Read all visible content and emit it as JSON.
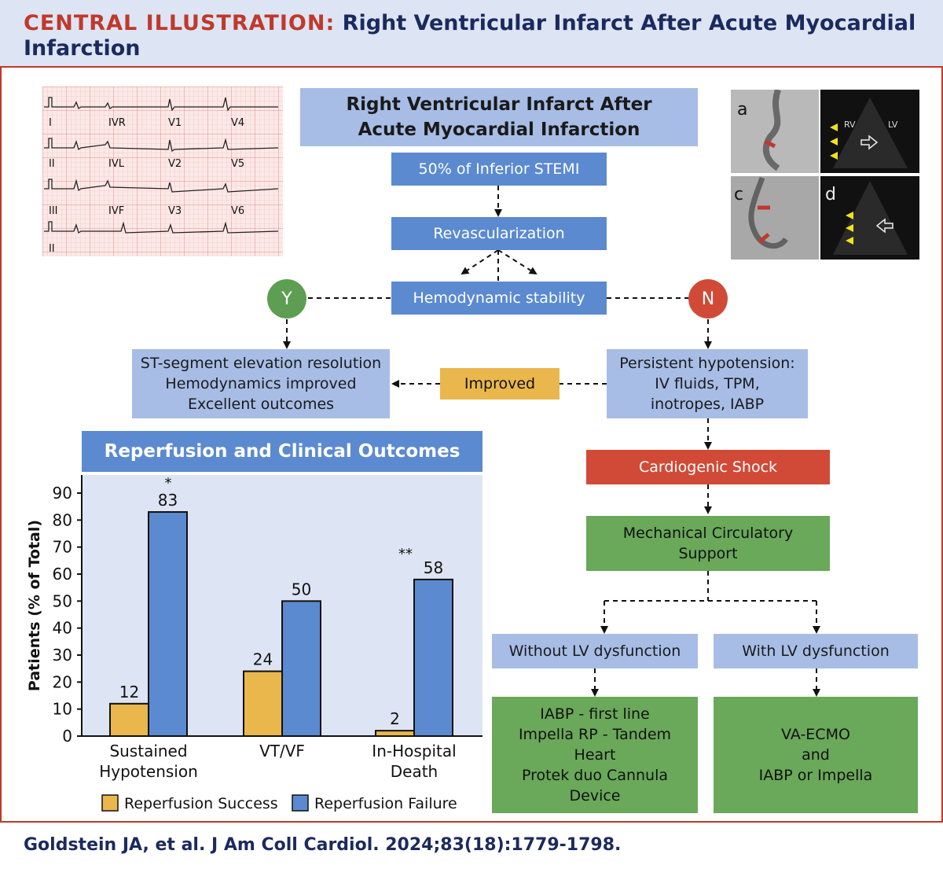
{
  "header": {
    "label": "CENTRAL ILLUSTRATION:",
    "title": "Right Ventricular Infarct After Acute Myocardial Infarction"
  },
  "ecg": {
    "leads": [
      "I",
      "IVR",
      "V1",
      "V4",
      "II",
      "IVL",
      "V2",
      "V5",
      "III",
      "IVF",
      "V3",
      "V6",
      "II"
    ]
  },
  "images": {
    "labels": [
      "a",
      "c",
      "d"
    ],
    "echo_labels": [
      "RV",
      "LV"
    ]
  },
  "flow": {
    "title": "Right Ventricular Infarct After Acute Myocardial Infarction",
    "stemi": "50% of Inferior STEMI",
    "revasc": "Revascularization",
    "stability": "Hemodynamic stability",
    "yes": "Y",
    "no": "N",
    "good_outcome": [
      "ST-segment elevation resolution",
      "Hemodynamics improved",
      "Excellent outcomes"
    ],
    "improved": "Improved",
    "hypotension": [
      "Persistent hypotension:",
      "IV fluids, TPM,",
      "inotropes, IABP"
    ],
    "shock": "Cardiogenic Shock",
    "mcs": [
      "Mechanical Circulatory",
      "Support"
    ],
    "without_lv": "Without LV dysfunction",
    "with_lv": "With LV dysfunction",
    "therapy_without": [
      "IABP - first line",
      "Impella RP - Tandem",
      "Heart",
      "Protek duo Cannula",
      "Device"
    ],
    "therapy_with": [
      "VA-ECMO",
      "and",
      "IABP or Impella"
    ]
  },
  "chart_data": {
    "type": "bar",
    "title": "Reperfusion and Clinical Outcomes",
    "ylabel": "Patients (% of Total)",
    "ylim": [
      0,
      90
    ],
    "yticks": [
      0,
      10,
      20,
      30,
      40,
      50,
      60,
      70,
      80,
      90
    ],
    "categories": [
      [
        "Sustained",
        "Hypotension"
      ],
      [
        "VT/VF"
      ],
      [
        "In-Hospital",
        "Death"
      ]
    ],
    "series": [
      {
        "name": "Reperfusion Success",
        "color": "#e9b74c",
        "values": [
          12,
          24,
          2
        ]
      },
      {
        "name": "Reperfusion Failure",
        "color": "#5b8ad0",
        "values": [
          83,
          50,
          58
        ]
      }
    ],
    "annotations": [
      "*",
      "**"
    ]
  },
  "citation": "Goldstein JA, et al. J Am Coll Cardiol. 2024;83(18):1779-1798."
}
